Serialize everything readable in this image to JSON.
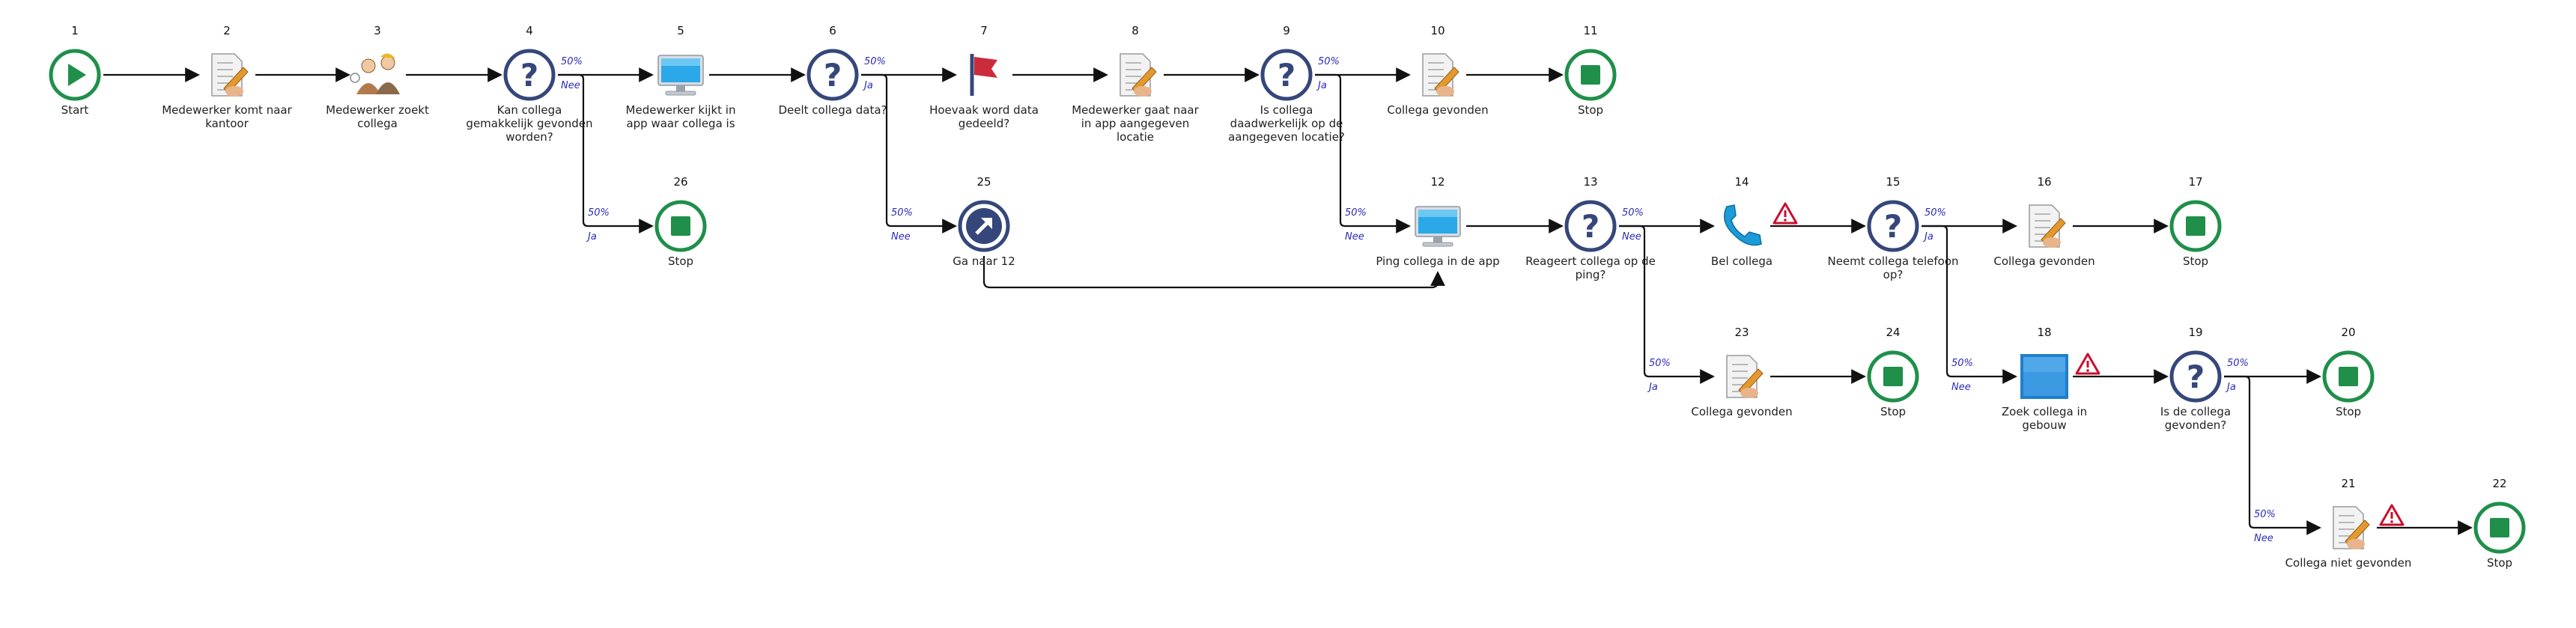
{
  "nodes": [
    {
      "id": "1",
      "type": "start",
      "label": [
        "Start"
      ]
    },
    {
      "id": "2",
      "type": "task",
      "label": [
        "Medewerker komt naar",
        "kantoor"
      ]
    },
    {
      "id": "3",
      "type": "people",
      "label": [
        "Medewerker zoekt",
        "collega"
      ]
    },
    {
      "id": "4",
      "type": "decision",
      "label": [
        "Kan collega",
        "gemakkelijk gevonden",
        "worden?"
      ]
    },
    {
      "id": "5",
      "type": "computer",
      "label": [
        "Medewerker kijkt in",
        "app waar collega is"
      ]
    },
    {
      "id": "6",
      "type": "decision",
      "label": [
        "Deelt collega data?"
      ]
    },
    {
      "id": "7",
      "type": "flag",
      "label": [
        "Hoevaak word data",
        "gedeeld?"
      ]
    },
    {
      "id": "8",
      "type": "task",
      "label": [
        "Medewerker gaat naar",
        "in app aangegeven",
        "locatie"
      ]
    },
    {
      "id": "9",
      "type": "decision",
      "label": [
        "Is collega",
        "daadwerkelijk op de",
        "aangegeven locatie?"
      ]
    },
    {
      "id": "10",
      "type": "task",
      "label": [
        "Collega gevonden"
      ]
    },
    {
      "id": "11",
      "type": "stop",
      "label": [
        "Stop"
      ]
    },
    {
      "id": "26",
      "type": "stop",
      "label": [
        "Stop"
      ]
    },
    {
      "id": "25",
      "type": "goto",
      "label": [
        "Ga naar 12"
      ]
    },
    {
      "id": "12",
      "type": "computer",
      "label": [
        "Ping collega in de app"
      ]
    },
    {
      "id": "13",
      "type": "decision",
      "label": [
        "Reageert collega op de",
        "ping?"
      ]
    },
    {
      "id": "14",
      "type": "phone",
      "label": [
        "Bel collega"
      ],
      "warning": true
    },
    {
      "id": "15",
      "type": "decision",
      "label": [
        "Neemt collega telefoon",
        "op?"
      ]
    },
    {
      "id": "16",
      "type": "task",
      "label": [
        "Collega gevonden"
      ]
    },
    {
      "id": "17",
      "type": "stop",
      "label": [
        "Stop"
      ]
    },
    {
      "id": "23",
      "type": "task",
      "label": [
        "Collega gevonden"
      ]
    },
    {
      "id": "24",
      "type": "stop",
      "label": [
        "Stop"
      ]
    },
    {
      "id": "18",
      "type": "window",
      "label": [
        "Zoek collega in",
        "gebouw"
      ],
      "warning": true
    },
    {
      "id": "19",
      "type": "decision",
      "label": [
        "Is de collega",
        "gevonden?"
      ]
    },
    {
      "id": "20",
      "type": "stop",
      "label": [
        "Stop"
      ]
    },
    {
      "id": "21",
      "type": "task",
      "label": [
        "Collega niet gevonden"
      ],
      "warning": true
    },
    {
      "id": "22",
      "type": "stop",
      "label": [
        "Stop"
      ]
    }
  ],
  "edges": [
    {
      "from": "1",
      "to": "2"
    },
    {
      "from": "2",
      "to": "3"
    },
    {
      "from": "3",
      "to": "4"
    },
    {
      "from": "4",
      "to": "5",
      "pct": "50%",
      "branch": "Nee"
    },
    {
      "from": "4",
      "to": "26",
      "pct": "50%",
      "branch": "Ja"
    },
    {
      "from": "5",
      "to": "6"
    },
    {
      "from": "6",
      "to": "7",
      "pct": "50%",
      "branch": "Ja"
    },
    {
      "from": "6",
      "to": "25",
      "pct": "50%",
      "branch": "Nee"
    },
    {
      "from": "7",
      "to": "8"
    },
    {
      "from": "8",
      "to": "9"
    },
    {
      "from": "9",
      "to": "10",
      "pct": "50%",
      "branch": "Ja"
    },
    {
      "from": "9",
      "to": "12",
      "pct": "50%",
      "branch": "Nee"
    },
    {
      "from": "10",
      "to": "11"
    },
    {
      "from": "25",
      "to": "12"
    },
    {
      "from": "12",
      "to": "13"
    },
    {
      "from": "13",
      "to": "14",
      "pct": "50%",
      "branch": "Nee"
    },
    {
      "from": "13",
      "to": "23",
      "pct": "50%",
      "branch": "Ja"
    },
    {
      "from": "14",
      "to": "15"
    },
    {
      "from": "15",
      "to": "16",
      "pct": "50%",
      "branch": "Ja"
    },
    {
      "from": "15",
      "to": "18",
      "pct": "50%",
      "branch": "Nee"
    },
    {
      "from": "16",
      "to": "17"
    },
    {
      "from": "23",
      "to": "24"
    },
    {
      "from": "18",
      "to": "19"
    },
    {
      "from": "19",
      "to": "20",
      "pct": "50%",
      "branch": "Ja"
    },
    {
      "from": "19",
      "to": "21",
      "pct": "50%",
      "branch": "Nee"
    },
    {
      "from": "21",
      "to": "22"
    }
  ],
  "colors": {
    "start_stop": "#1f8f4a",
    "decision": "#35477a",
    "branch_label": "#2a2ab8",
    "warning": "#c8102e",
    "flag": "#cc2b3b",
    "phone": "#1b9cd8",
    "window": "#1f7fcc"
  }
}
